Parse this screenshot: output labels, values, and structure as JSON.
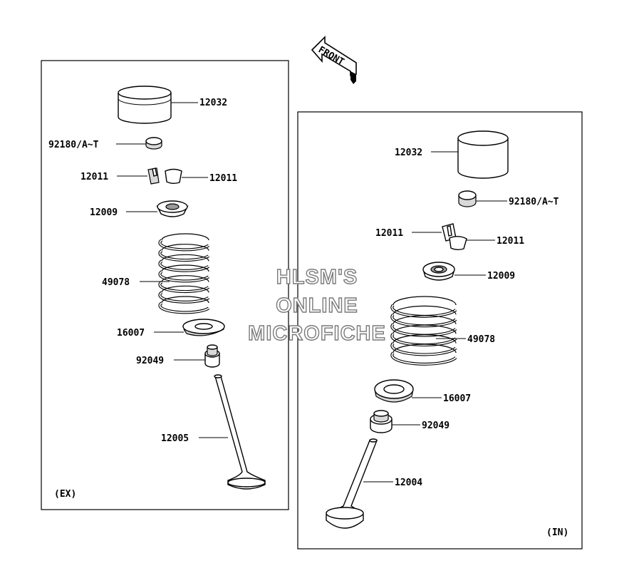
{
  "watermark": {
    "line1": "HLSM'S",
    "line2": "ONLINE",
    "line3": "MICROFICHE"
  },
  "front_arrow": {
    "label": "FRONT"
  },
  "exhaust_panel": {
    "tag": "(EX)",
    "labels": {
      "tappet": "12032",
      "shim": "92180/A~T",
      "keeper_left": "12011",
      "keeper_right": "12011",
      "retainer": "12009",
      "spring": "49078",
      "seat": "16007",
      "seal": "92049",
      "valve": "12005"
    }
  },
  "intake_panel": {
    "tag": "(IN)",
    "labels": {
      "tappet": "12032",
      "shim": "92180/A~T",
      "keeper_left": "12011",
      "keeper_right": "12011",
      "retainer": "12009",
      "spring": "49078",
      "seat": "16007",
      "seal": "92049",
      "valve": "12004"
    }
  }
}
